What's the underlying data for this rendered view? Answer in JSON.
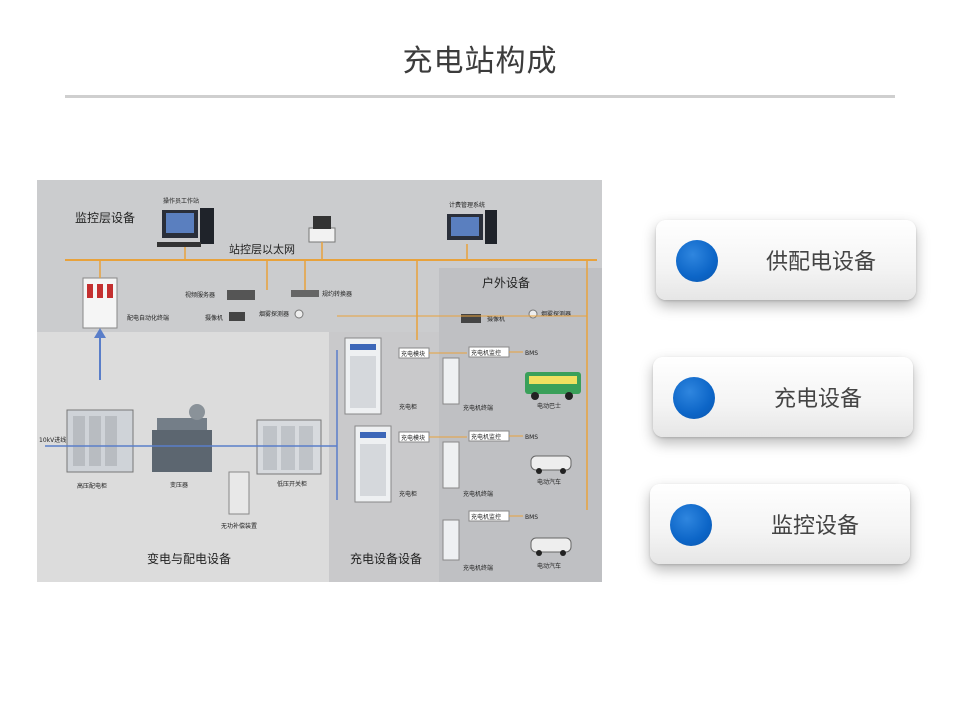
{
  "page": {
    "title": "充电站构成"
  },
  "diagram": {
    "zones": {
      "monitor_layer": "监控层设备",
      "outdoor": "户外设备",
      "substation": "变电与配电设备",
      "charging": "充电设备设备"
    },
    "network": "站控层以太网",
    "devices": {
      "operator_station": "操作员工作站",
      "printer": "打印机",
      "billing_system": "计费管理系统",
      "video_server": "视频服务器",
      "protocol_converter": "规约转换器",
      "camera": "摄像机",
      "smoke_detector": "烟雾探测器",
      "dist_terminal": "配电自动化终端",
      "hv_cabinet": "高压配电柜",
      "transformer": "变压器",
      "lv_switchgear": "低压开关柜",
      "reactive_comp": "无功补偿装置",
      "voltage_in": "10kV进线",
      "charger_cabinet": "充电柜",
      "charging_module": "充电模块",
      "charger_monitor": "充电机监控",
      "charger_terminal": "充电机终端",
      "bms": "BMS",
      "ev_bus": "电动巴士",
      "ev_car": "电动汽车",
      "outdoor_camera": "摄像机",
      "outdoor_smoke": "烟雾探测器"
    }
  },
  "categories": [
    {
      "label": "供配电设备"
    },
    {
      "label": "充电设备"
    },
    {
      "label": "监控设备"
    }
  ],
  "colors": {
    "accent_blue": "#0c65c7",
    "network_line": "#e8a23c",
    "diagram_bg": "#d6d6d6"
  }
}
